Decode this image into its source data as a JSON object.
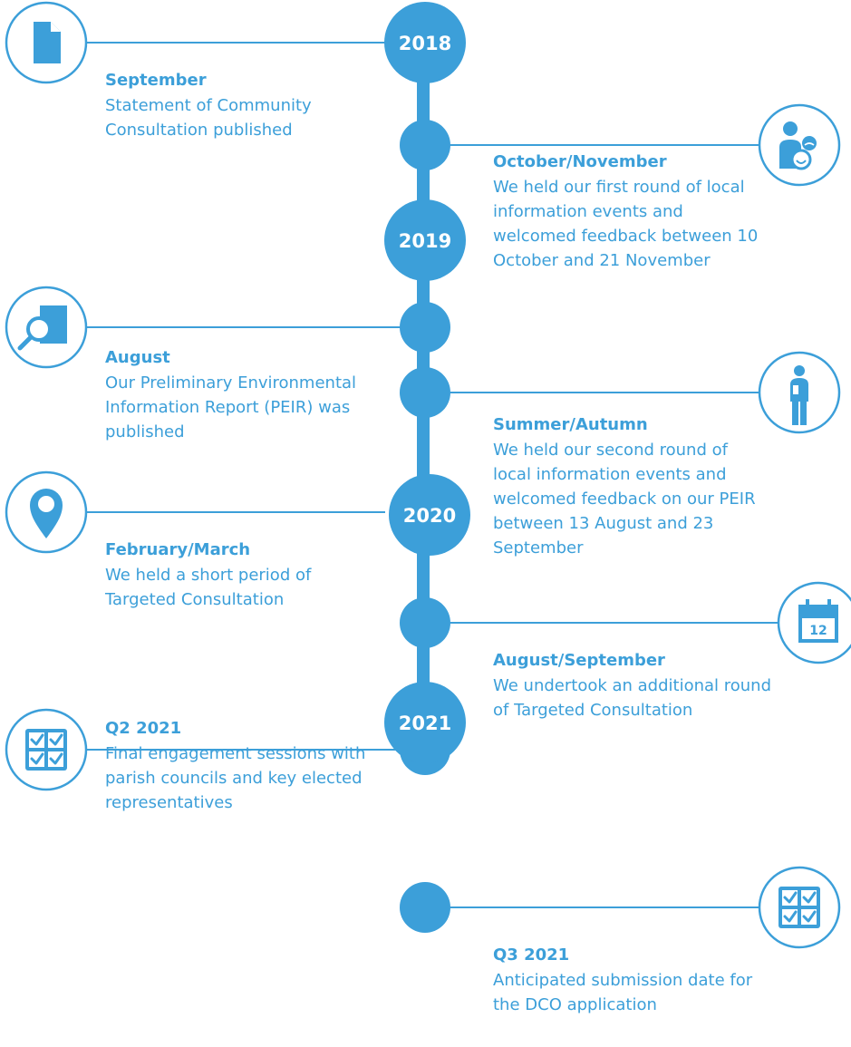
{
  "colors": {
    "accent": "#3c9fd9",
    "background": "#ffffff"
  },
  "years": [
    "2018",
    "2019",
    "2020",
    "2021"
  ],
  "events": [
    {
      "when": "September",
      "what": "Statement of Community Consultation published",
      "icon": "document-icon"
    },
    {
      "when": "October/November",
      "what": "We held our first round of local information events and welcomed feedback between 10 October and 21 November",
      "icon": "people-icon"
    },
    {
      "when": "August",
      "what": "Our Preliminary Environmental Information Report (PEIR) was published",
      "icon": "magnifier-document-icon"
    },
    {
      "when": "Summer/Autumn",
      "what": "We held our second round of local information events and welcomed feedback on our PEIR between 13 August and 23 September",
      "icon": "person-icon"
    },
    {
      "when": "February/March",
      "what": "We held a short period of Targeted Consultation",
      "icon": "map-pin-icon"
    },
    {
      "when": "August/September",
      "what": "We undertook an additional round of Targeted Consultation",
      "icon": "calendar-icon",
      "icon_text": "12"
    },
    {
      "when": "Q2 2021",
      "what": "Final engagement sessions with parish councils and key elected representatives",
      "icon": "checklist-icon"
    },
    {
      "when": "Q3 2021",
      "what": "Anticipated submission date for the DCO application",
      "icon": "checklist-icon"
    }
  ]
}
